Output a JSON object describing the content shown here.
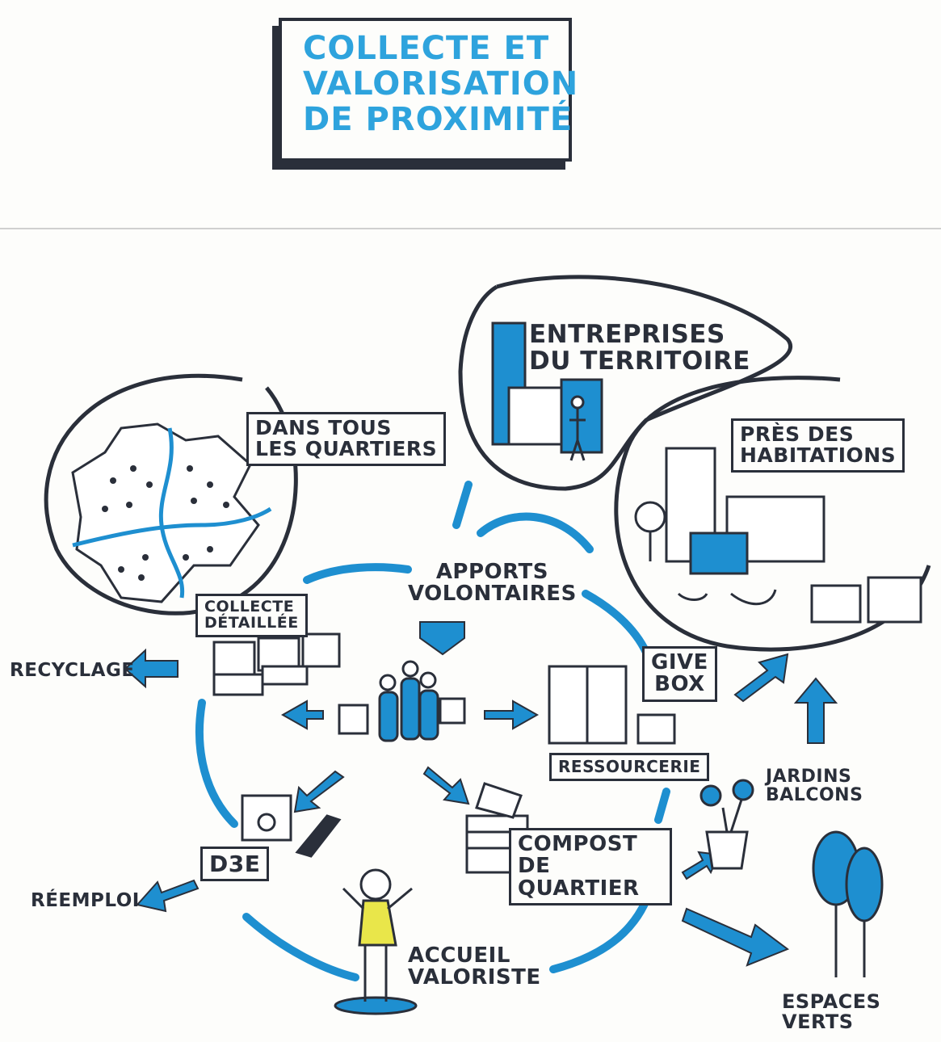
{
  "title": "COLLECTE ET\nVALORISATION\nDE PROXIMITÉ",
  "labels": {
    "dans_tous_les_quartiers": "DANS TOUS\nLES QUARTIERS",
    "entreprises_du_territoire": "ENTREPRISES\nDU TERRITOIRE",
    "pres_des_habitations": "PRÈS DES\nHABITATIONS",
    "apports_volontaires": "APPORTS\nVOLONTAIRES",
    "collecte_detaillee": "COLLECTE\nDÉTAILLÉE",
    "recyclage": "RECYCLAGE",
    "give_box": "GIVE\nBOX",
    "ressourcerie": "RESSOURCERIE",
    "jardins_balcons": "JARDINS\nBALCONS",
    "d3e": "D3E",
    "reemploi": "RÉEMPLOI",
    "compost_de_quartier": "COMPOST\nDE QUARTIER",
    "accueil_valoriste": "ACCUEIL\nVALORISTE",
    "espaces_verts": "ESPACES\nVERTS"
  },
  "colors": {
    "ink": "#2a2f3a",
    "accent": "#1e8fd0",
    "title": "#2ea3dd",
    "vest": "#e9e64a"
  }
}
